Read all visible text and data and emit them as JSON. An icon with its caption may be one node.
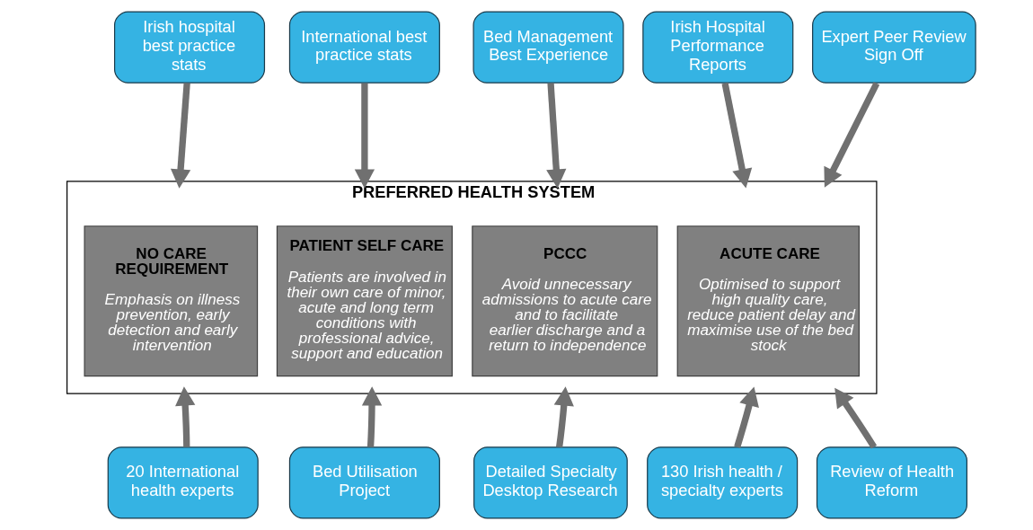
{
  "diagram": {
    "nodes": [
      {
        "text": [
          "Irish hospital best practice stats"
        ]
      },
      {
        "text": [
          "International best practice stats"
        ]
      },
      {
        "text": [
          "Bed Management Best Experience"
        ]
      },
      {
        "text": [
          "Irish Hospital Performance Reports"
        ]
      },
      {
        "text": [
          "Expert Peer Review Sign Off"
        ]
      },
      {
        "text": [
          "PREFERRED HEALTH SYSTEM"
        ]
      },
      {
        "text": [
          "NO CARE REQUIREMENT",
          "Emphasis on illness prevention, early detection and early intervention"
        ],
        "in": 5
      },
      {
        "text": [
          "PATIENT SELF CARE",
          "Patients are involved in their own care of minor, acute and long term conditions with professional advice, support and education"
        ],
        "in": 5
      },
      {
        "text": [
          "PCCC",
          "Avoid unnecessary admissions to acute care and to facilitate earlier discharge and a return to independence"
        ],
        "in": 5
      },
      {
        "text": [
          "ACUTE CARE",
          "Optimised to support high quality care, reduce patient delay and maximise use of the bed stock"
        ],
        "in": 5
      },
      {
        "text": [
          "20 International health experts"
        ]
      },
      {
        "text": [
          "Bed Utilisation Project"
        ]
      },
      {
        "text": [
          "Detailed Specialty Desktop Research"
        ]
      },
      {
        "text": [
          "130 Irish health / specialty experts"
        ]
      },
      {
        "text": [
          "Review of Health Reform"
        ]
      }
    ],
    "edges": [
      {
        "from": 0,
        "to": 5,
        "arrow": "to"
      },
      {
        "from": 1,
        "to": 5,
        "arrow": "to"
      },
      {
        "from": 2,
        "to": 5,
        "arrow": "to"
      },
      {
        "from": 3,
        "to": 5,
        "arrow": "to"
      },
      {
        "from": 4,
        "to": 5,
        "arrow": "to"
      },
      {
        "from": 10,
        "to": 5,
        "arrow": "to"
      },
      {
        "from": 11,
        "to": 5,
        "arrow": "to"
      },
      {
        "from": 12,
        "to": 5,
        "arrow": "to"
      },
      {
        "from": 13,
        "to": 5,
        "arrow": "to"
      },
      {
        "from": 14,
        "to": 5,
        "arrow": "to"
      }
    ]
  }
}
